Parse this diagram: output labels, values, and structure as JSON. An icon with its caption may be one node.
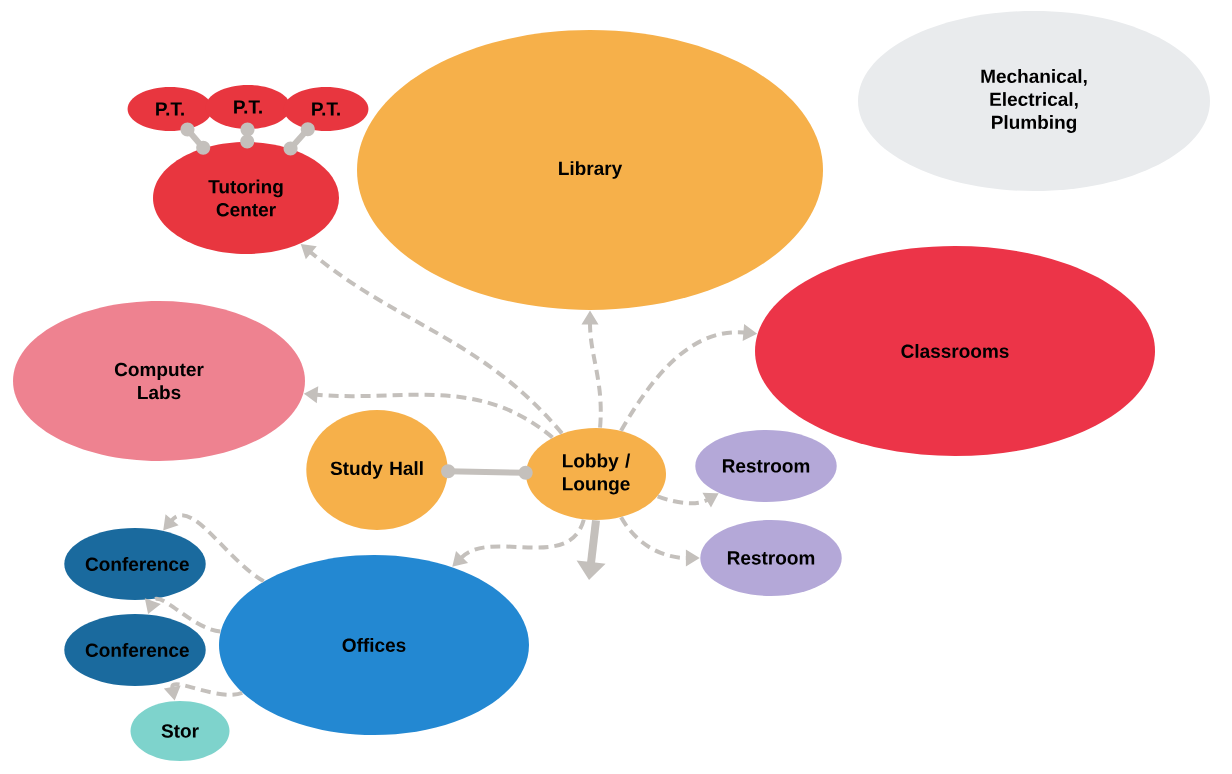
{
  "diagram": {
    "nodes": [
      {
        "text": [
          "P.T."
        ]
      },
      {
        "text": [
          "P.T."
        ]
      },
      {
        "text": [
          "P.T."
        ]
      },
      {
        "text": [
          "Tutoring Center"
        ]
      },
      {
        "text": [
          "Library"
        ]
      },
      {
        "text": [
          "Mechanical, Electrical, Plumbing"
        ]
      },
      {
        "text": [
          "Computer Labs"
        ]
      },
      {
        "text": [
          "Classrooms"
        ]
      },
      {
        "text": [
          "Study Hall"
        ]
      },
      {
        "text": [
          "Lobby / Lounge"
        ]
      },
      {
        "text": [
          "Restroom"
        ]
      },
      {
        "text": [
          "Restroom"
        ]
      },
      {
        "text": [
          "Conference"
        ]
      },
      {
        "text": [
          "Conference"
        ]
      },
      {
        "text": [
          "Offices"
        ]
      },
      {
        "text": [
          "Stor"
        ]
      }
    ],
    "edges": [
      {
        "from": 0,
        "to": 3,
        "arrow": "other"
      },
      {
        "from": 1,
        "to": 3,
        "arrow": "other"
      },
      {
        "from": 2,
        "to": 3,
        "arrow": "other"
      },
      {
        "from": 9,
        "to": 3,
        "arrow": "to",
        "style": "dashed"
      },
      {
        "from": 9,
        "to": 4,
        "arrow": "to",
        "style": "dashed"
      },
      {
        "from": 9,
        "to": 6,
        "arrow": "to",
        "style": "dashed"
      },
      {
        "from": 9,
        "to": 7,
        "arrow": "to",
        "style": "dashed"
      },
      {
        "from": 8,
        "to": 9,
        "arrow": "other"
      },
      {
        "from": 9,
        "to": 10,
        "arrow": "to",
        "style": "dashed"
      },
      {
        "from": 9,
        "to": 11,
        "arrow": "to",
        "style": "dashed"
      },
      {
        "from": 9,
        "to": 14,
        "arrow": "to",
        "style": "dashed"
      },
      {
        "from": 9,
        "to": null,
        "arrow": "to",
        "style": "thick"
      },
      {
        "from": 14,
        "to": 12,
        "arrow": "to",
        "style": "dashed"
      },
      {
        "from": 14,
        "to": 13,
        "arrow": "to",
        "style": "dashed"
      },
      {
        "from": 14,
        "to": 15,
        "arrow": "to",
        "style": "dashed"
      }
    ]
  }
}
